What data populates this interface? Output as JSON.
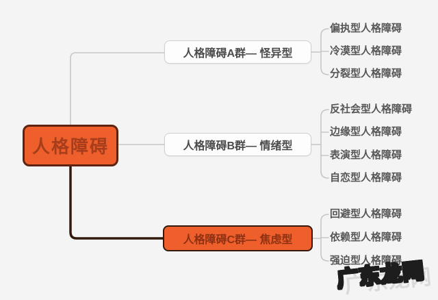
{
  "colors": {
    "background": "#f4f4f4",
    "accent_orange": "#ee5f2b",
    "root_border": "#5e2310",
    "c_border": "#33190b",
    "root_text": "#a73d1b",
    "c_text": "#8c3113",
    "plain_box_border": "#cfcfcf",
    "group_text": "#4b4b4b",
    "leaf_text": "#565656",
    "line_gray": "#c6c6c6",
    "line_dark": "#33190b"
  },
  "root": {
    "label": "人格障碍"
  },
  "branches": [
    {
      "id": "A",
      "label": "人格障碍A群— 怪异型",
      "children": [
        "偏执型人格障碍",
        "冷漠型人格障碍",
        "分裂型人格障碍"
      ]
    },
    {
      "id": "B",
      "label": "人格障碍B群— 情绪型",
      "children": [
        "反社会型人格障碍",
        "边缘型人格障碍",
        "表演型人格障碍",
        "自恋型人格障碍"
      ]
    },
    {
      "id": "C",
      "label": "人格障碍C群— 焦虑型",
      "children": [
        "回避型人格障碍",
        "依赖型人格障碍",
        "强迫型人格障碍"
      ]
    }
  ],
  "watermark": {
    "text": "广东龙网"
  }
}
